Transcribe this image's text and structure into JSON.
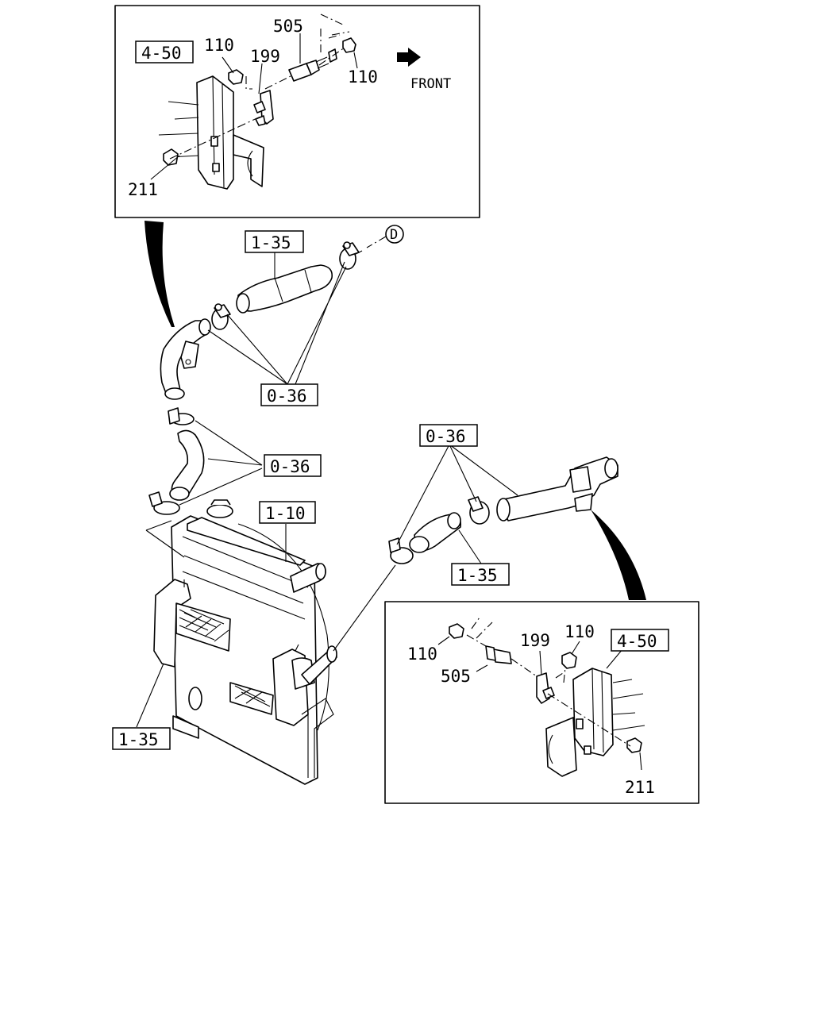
{
  "callouts": {
    "top_ref_450": "4-50",
    "top_p110_a": "110",
    "top_p505": "505",
    "top_p199": "199",
    "top_p110_b": "110",
    "top_p211": "211",
    "front": "FRONT",
    "ref_135_upper": "1-35",
    "marker_d": "D",
    "ref_036_upper": "0-36",
    "ref_036_mid": "0-36",
    "ref_036_right": "0-36",
    "ref_110_radiator": "1-10",
    "ref_135_right": "1-35",
    "ref_135_left": "1-35",
    "bot_p110_a": "110",
    "bot_p505": "505",
    "bot_p199": "199",
    "bot_p110_b": "110",
    "bot_ref_450": "4-50",
    "bot_p211": "211"
  }
}
